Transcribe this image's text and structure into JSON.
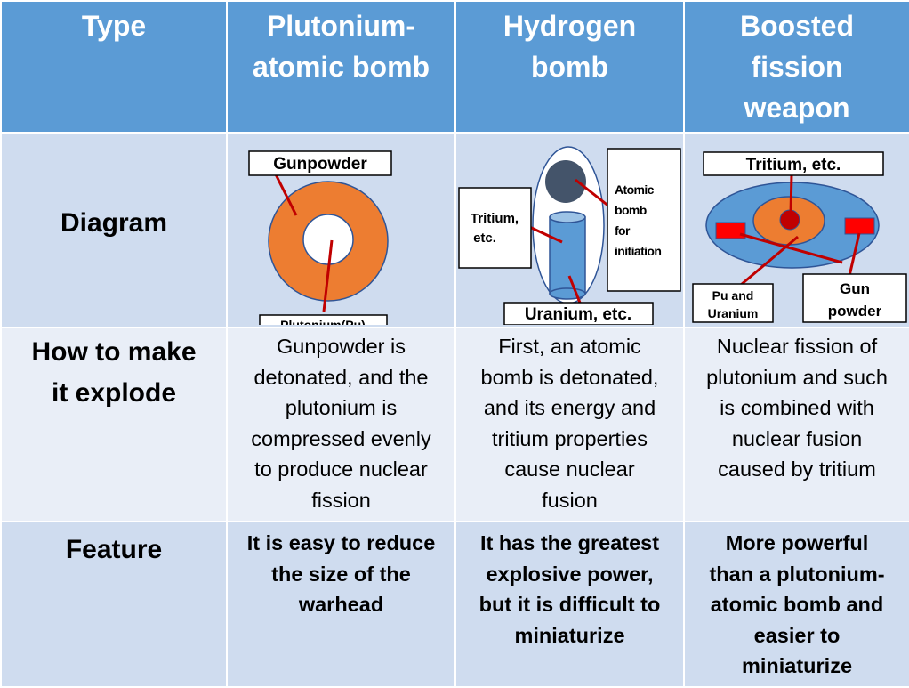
{
  "header": {
    "type": "Type",
    "plutonium": "Plutonium-\natomic bomb",
    "hydrogen": "Hydrogen\nbomb",
    "boosted": "Boosted\nfission\nweapon"
  },
  "rows": {
    "diagram": "Diagram",
    "how": "How to make\nit explode",
    "feature": "Feature"
  },
  "diagrams": {
    "plutonium": {
      "gunpowder": "Gunpowder",
      "core": "Plutonium(Pu)"
    },
    "hydrogen": {
      "tritium_1": "Tritium,",
      "tritium_2": "etc.",
      "atomic_1": "Atomic",
      "atomic_2": "bomb",
      "atomic_3": "for",
      "atomic_4": "initiation",
      "uranium": "Uranium, etc."
    },
    "boosted": {
      "tritium": "Tritium, etc.",
      "pu_1": "Pu and",
      "pu_2": "Uranium",
      "gun_1": "Gun",
      "gun_2": "powder"
    }
  },
  "how": {
    "plutonium": "Gunpowder is\ndetonated, and the\nplutonium is\ncompressed evenly\nto produce nuclear\nfission",
    "hydrogen": "First, an atomic\nbomb is detonated,\nand its energy and\ntritium properties\ncause nuclear\nfusion",
    "boosted": "Nuclear fission of\nplutonium and such\nis combined with\nnuclear fusion\ncaused by tritium"
  },
  "feature": {
    "plutonium": "It is easy to reduce\nthe size of the\nwarhead",
    "hydrogen": "It has the greatest\nexplosive power,\nbut it is difficult to\nminiaturize",
    "boosted": "More powerful\nthan a plutonium-\natomic bomb and\neasier to\nminiaturize"
  },
  "colors": {
    "header_bg": "#5b9bd5",
    "row_dark": "#cfdcef",
    "row_light": "#e9eef7",
    "orange": "#ed7d31",
    "blue_fill": "#5b9bd5",
    "dark_slate": "#44546a",
    "red": "#c00000",
    "bright_red": "#ff0000"
  }
}
